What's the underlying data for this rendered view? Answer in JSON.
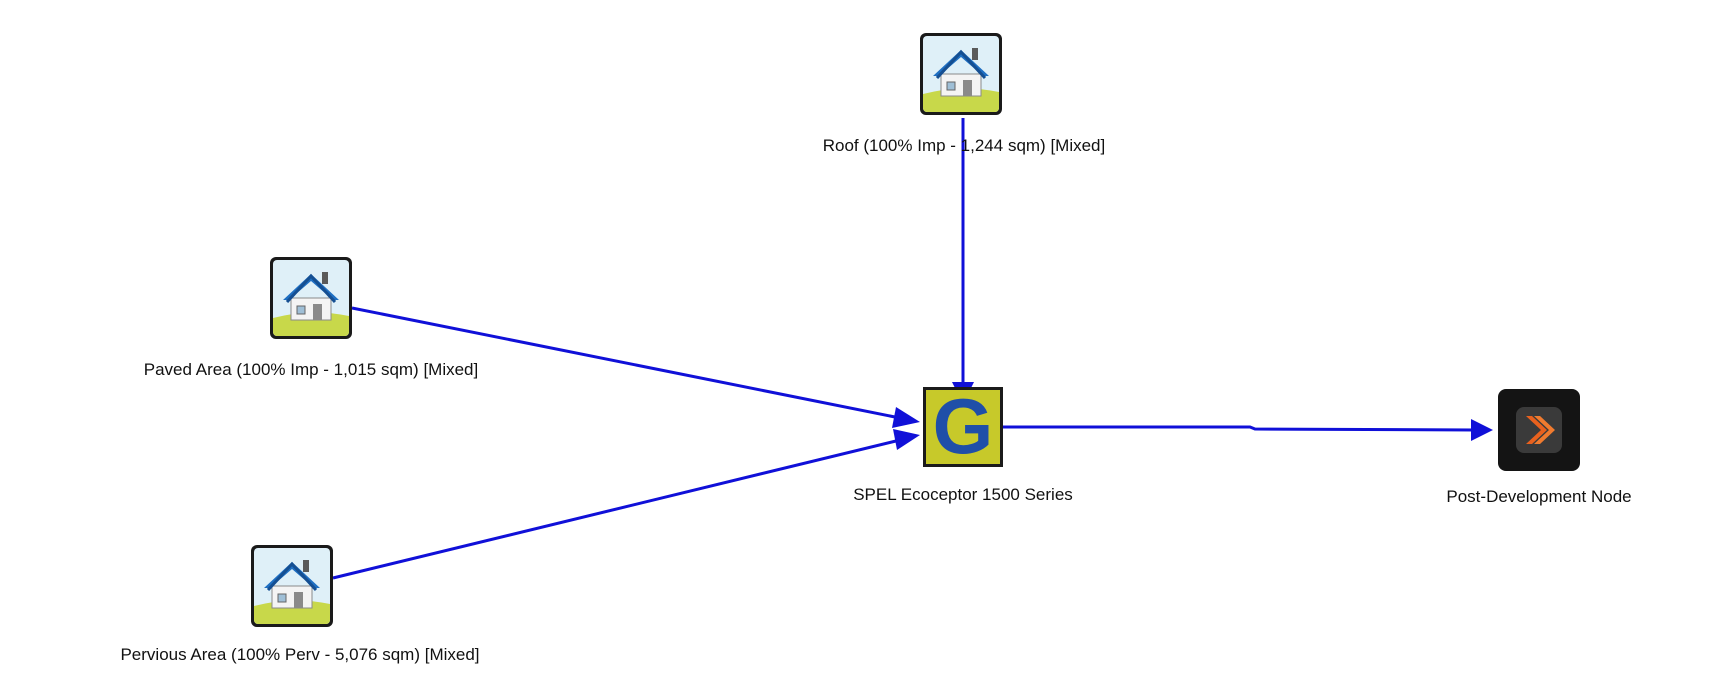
{
  "diagram": {
    "nodes": {
      "roof": {
        "label": "Roof (100% Imp - 1,244 sqm) [Mixed]",
        "icon": "house-icon"
      },
      "paved": {
        "label": "Paved Area (100% Imp - 1,015 sqm) [Mixed]",
        "icon": "house-icon"
      },
      "pervious": {
        "label": "Pervious Area (100% Perv - 5,076 sqm) [Mixed]",
        "icon": "house-icon"
      },
      "treatment": {
        "label": "SPEL Ecoceptor 1500 Series",
        "icon": "g-treatment-icon",
        "glyph": "G"
      },
      "receiving": {
        "label": "Post-Development Node",
        "icon": "receiving-node-icon"
      }
    },
    "links": [
      {
        "from": "roof",
        "to": "treatment"
      },
      {
        "from": "paved",
        "to": "treatment"
      },
      {
        "from": "pervious",
        "to": "treatment"
      },
      {
        "from": "treatment",
        "to": "receiving"
      }
    ],
    "colors": {
      "link": "#1010d8",
      "treatment_fill": "#c7c92a",
      "treatment_glyph": "#1f4fa8",
      "house_roof": "#1f6fc2",
      "grass": "#c8d84a",
      "sky": "#dff0f8",
      "arrow_accent": "#e8611e"
    }
  }
}
